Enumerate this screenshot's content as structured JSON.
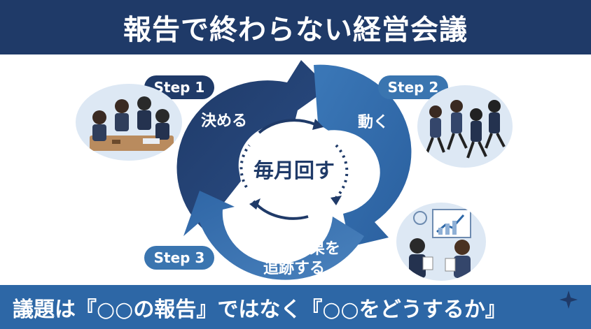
{
  "header": {
    "title": "報告で終わらない経営会議"
  },
  "steps": [
    {
      "pill": "Step 1",
      "label": "決める"
    },
    {
      "pill": "Step 2",
      "label": "動く"
    },
    {
      "pill": "Step 3",
      "label_line1": "次回に結果を",
      "label_line2": "追跡する"
    }
  ],
  "center": {
    "label": "毎月回す"
  },
  "footer": {
    "text": "議題は『○○の報告』ではなく『○○をどうするか』"
  },
  "colors": {
    "navy": "#1f3a68",
    "blue": "#2d67a6",
    "light_blue": "#4a82bd",
    "pale": "#dde8f4"
  }
}
